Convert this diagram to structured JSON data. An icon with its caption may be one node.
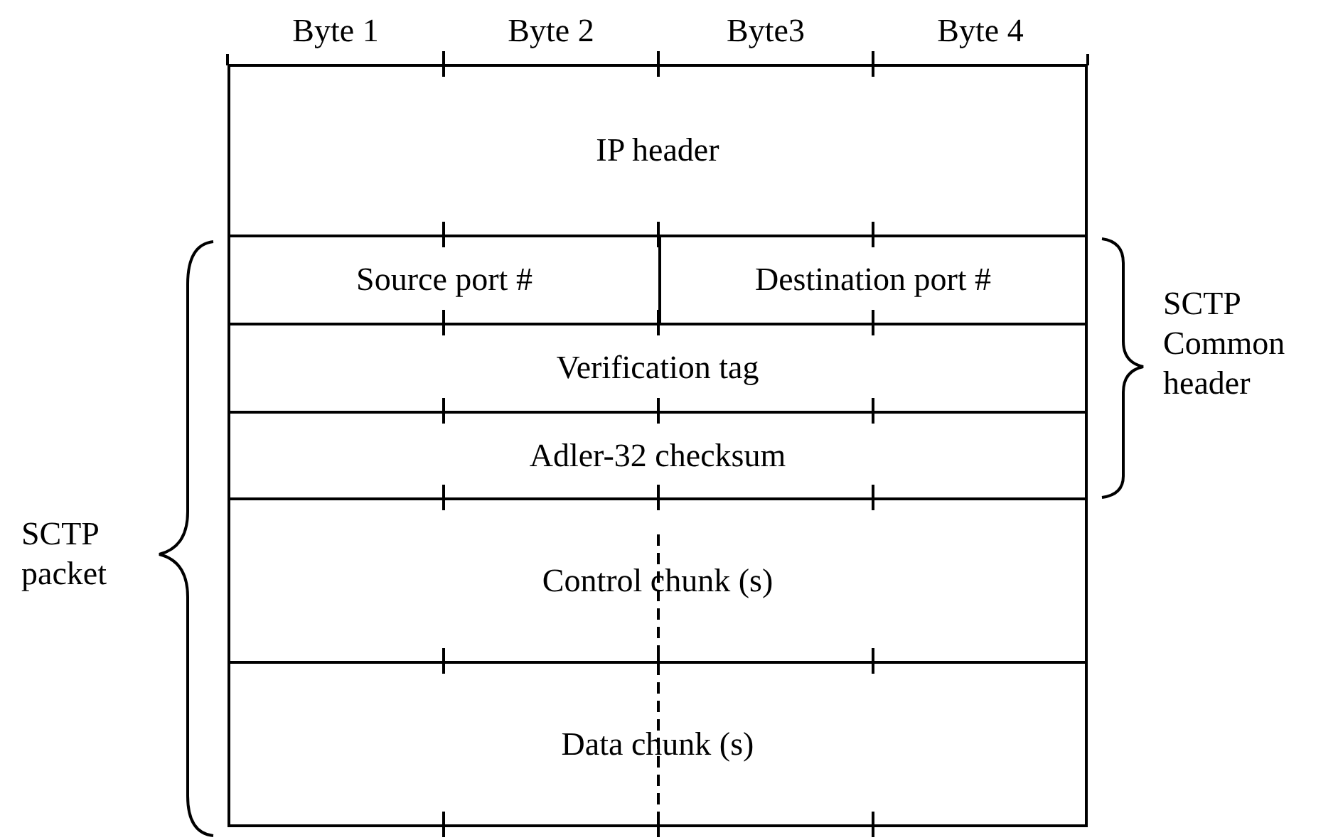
{
  "diagram": {
    "nodes": [
      {
        "text": [
          "IP header"
        ]
      },
      {
        "text": [
          "Source port #"
        ]
      },
      {
        "text": [
          "Destination port #"
        ]
      },
      {
        "text": [
          "Verification tag"
        ]
      },
      {
        "text": [
          "Adler-32 checksum"
        ]
      },
      {
        "text": [
          "Control chunk (s)"
        ]
      },
      {
        "text": [
          "Data chunk (s)"
        ]
      }
    ],
    "labels": [
      "Byte 1",
      "Byte 2",
      "Byte3",
      "Byte 4",
      "SCTP packet",
      "SCTP Common header"
    ]
  }
}
